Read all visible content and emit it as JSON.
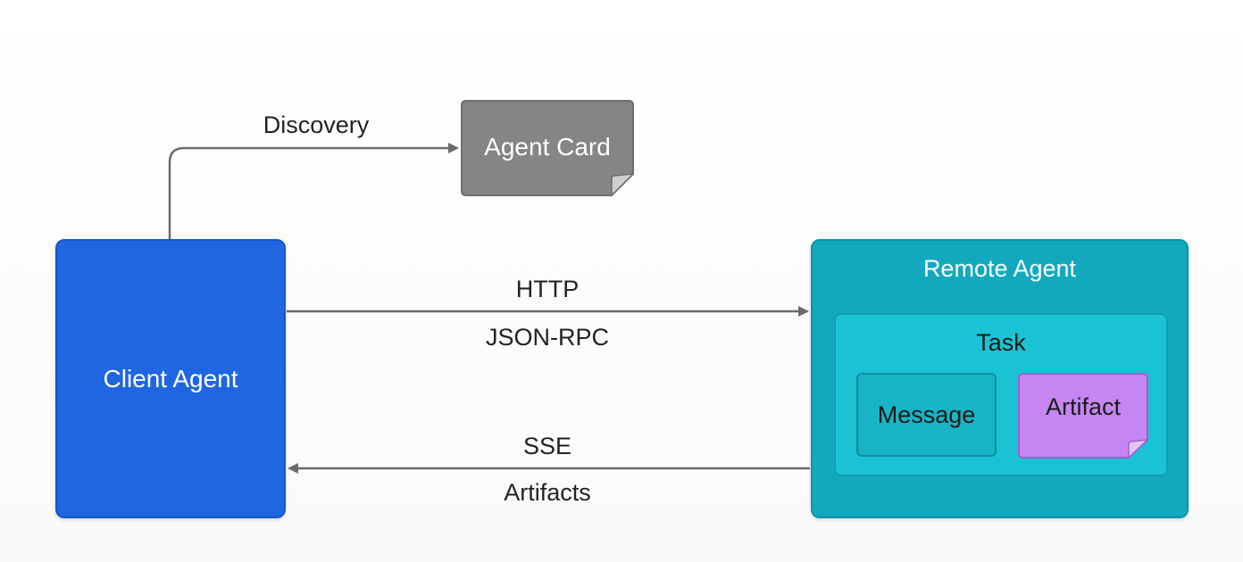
{
  "nodes": {
    "client_agent": "Client Agent",
    "agent_card": "Agent Card",
    "remote_agent": "Remote Agent",
    "task": "Task",
    "message": "Message",
    "artifact": "Artifact"
  },
  "edges": {
    "discovery": "Discovery",
    "request_top": "HTTP",
    "request_bottom": "JSON-RPC",
    "response_top": "SSE",
    "response_bottom": "Artifacts"
  },
  "colors": {
    "client_agent": "#1f66e0",
    "agent_card": "#858585",
    "remote_agent": "#12a9bf",
    "task": "#1bc2d4",
    "message": "#18b3c4",
    "artifact": "#c586f2",
    "connector": "#6b6b6b"
  }
}
